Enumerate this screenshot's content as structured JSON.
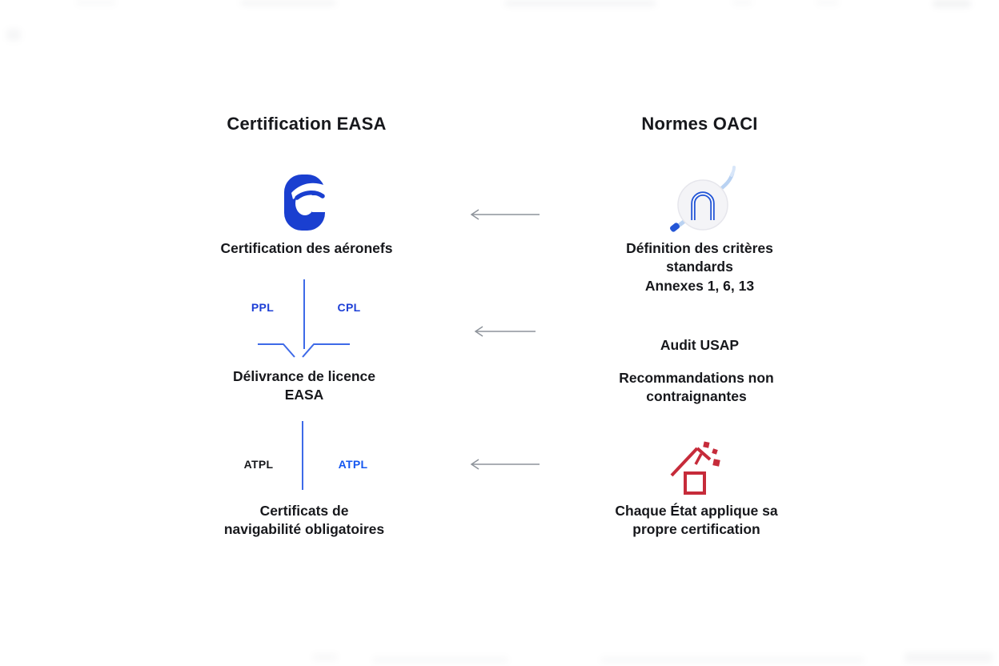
{
  "colors": {
    "background": "#ffffff",
    "text": "#17181c",
    "label_blue": "#1d3fd6",
    "bright_blue": "#1557f0",
    "line_blue": "#3e6ae8",
    "logo_blue": "#1a3fd0",
    "arrow_gray": "#8e949b",
    "icon_red": "#c62b3a",
    "mouse_body": "#f4f4f7",
    "mouse_body_edge": "#e6e6ec",
    "mouse_blue": "#2456d6",
    "cord_blue": "#b9d2f2"
  },
  "left_column": {
    "header": "Certification EASA",
    "item1": {
      "icon": "easa-logo",
      "label": "Certification des aéronefs"
    },
    "item2": {
      "icon": "license-branch",
      "branch_left": "PPL",
      "branch_right": "CPL",
      "label": "Délivrance de licence\nEASA"
    },
    "item3": {
      "icon": "atpl-branch",
      "branch_left": "ATPL",
      "branch_right": "ATPL",
      "label": "Certificats de\nnavigabilité obligatoires"
    }
  },
  "right_column": {
    "header": "Normes OACI",
    "item1": {
      "icon": "computer-mouse",
      "label": "Définition des critères\nstandards\nAnnexes 1, 6, 13"
    },
    "item2": {
      "title": "Audit USAP",
      "label": "Recommandations non\ncontraignantes"
    },
    "item3": {
      "icon": "house-fragments",
      "label": "Chaque État applique sa\npropre certification"
    }
  },
  "arrows": {
    "direction": "left",
    "count": 3
  }
}
